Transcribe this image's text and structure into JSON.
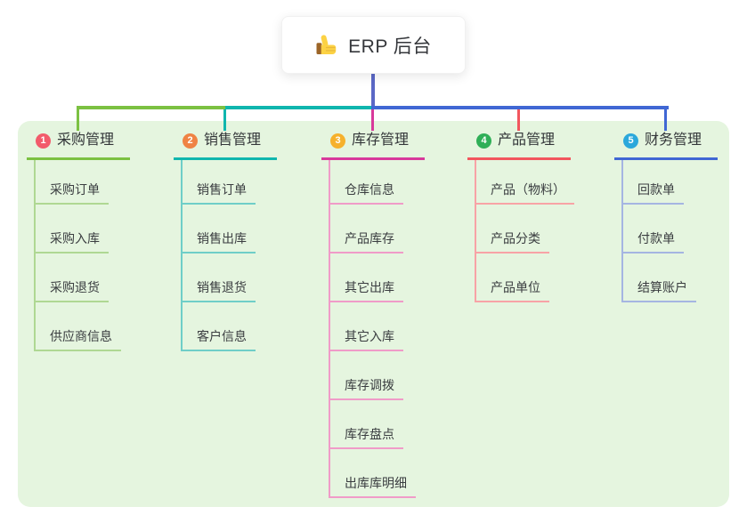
{
  "root": {
    "label": "ERP 后台",
    "icon": "thumbs-up-icon",
    "line_color": "#5b68c6"
  },
  "panel": {
    "background": "#e5f5df"
  },
  "branches": [
    {
      "badge": "1",
      "title": "采购管理",
      "badge_color": "#f25b6b",
      "line_color": "#7cc142",
      "tint_color": "#afd893",
      "children": [
        "采购订单",
        "采购入库",
        "采购退货",
        "供应商信息"
      ]
    },
    {
      "badge": "2",
      "title": "销售管理",
      "badge_color": "#ef8344",
      "line_color": "#10b6ae",
      "tint_color": "#6fcec8",
      "children": [
        "销售订单",
        "销售出库",
        "销售退货",
        "客户信息"
      ]
    },
    {
      "badge": "3",
      "title": "库存管理",
      "badge_color": "#f6b12c",
      "line_color": "#d8399b",
      "tint_color": "#f09bc8",
      "children": [
        "仓库信息",
        "产品库存",
        "其它出库",
        "其它入库",
        "库存调拨",
        "库存盘点",
        "出库库明细"
      ]
    },
    {
      "badge": "4",
      "title": "产品管理",
      "badge_color": "#2faf57",
      "line_color": "#f2565e",
      "tint_color": "#f8a3a6",
      "children": [
        "产品（物料）",
        "产品分类",
        "产品单位"
      ]
    },
    {
      "badge": "5",
      "title": "财务管理",
      "badge_color": "#2ba8db",
      "line_color": "#4067d4",
      "tint_color": "#a5b5e2",
      "children": [
        "回款单",
        "付款单",
        "结算账户"
      ]
    }
  ]
}
